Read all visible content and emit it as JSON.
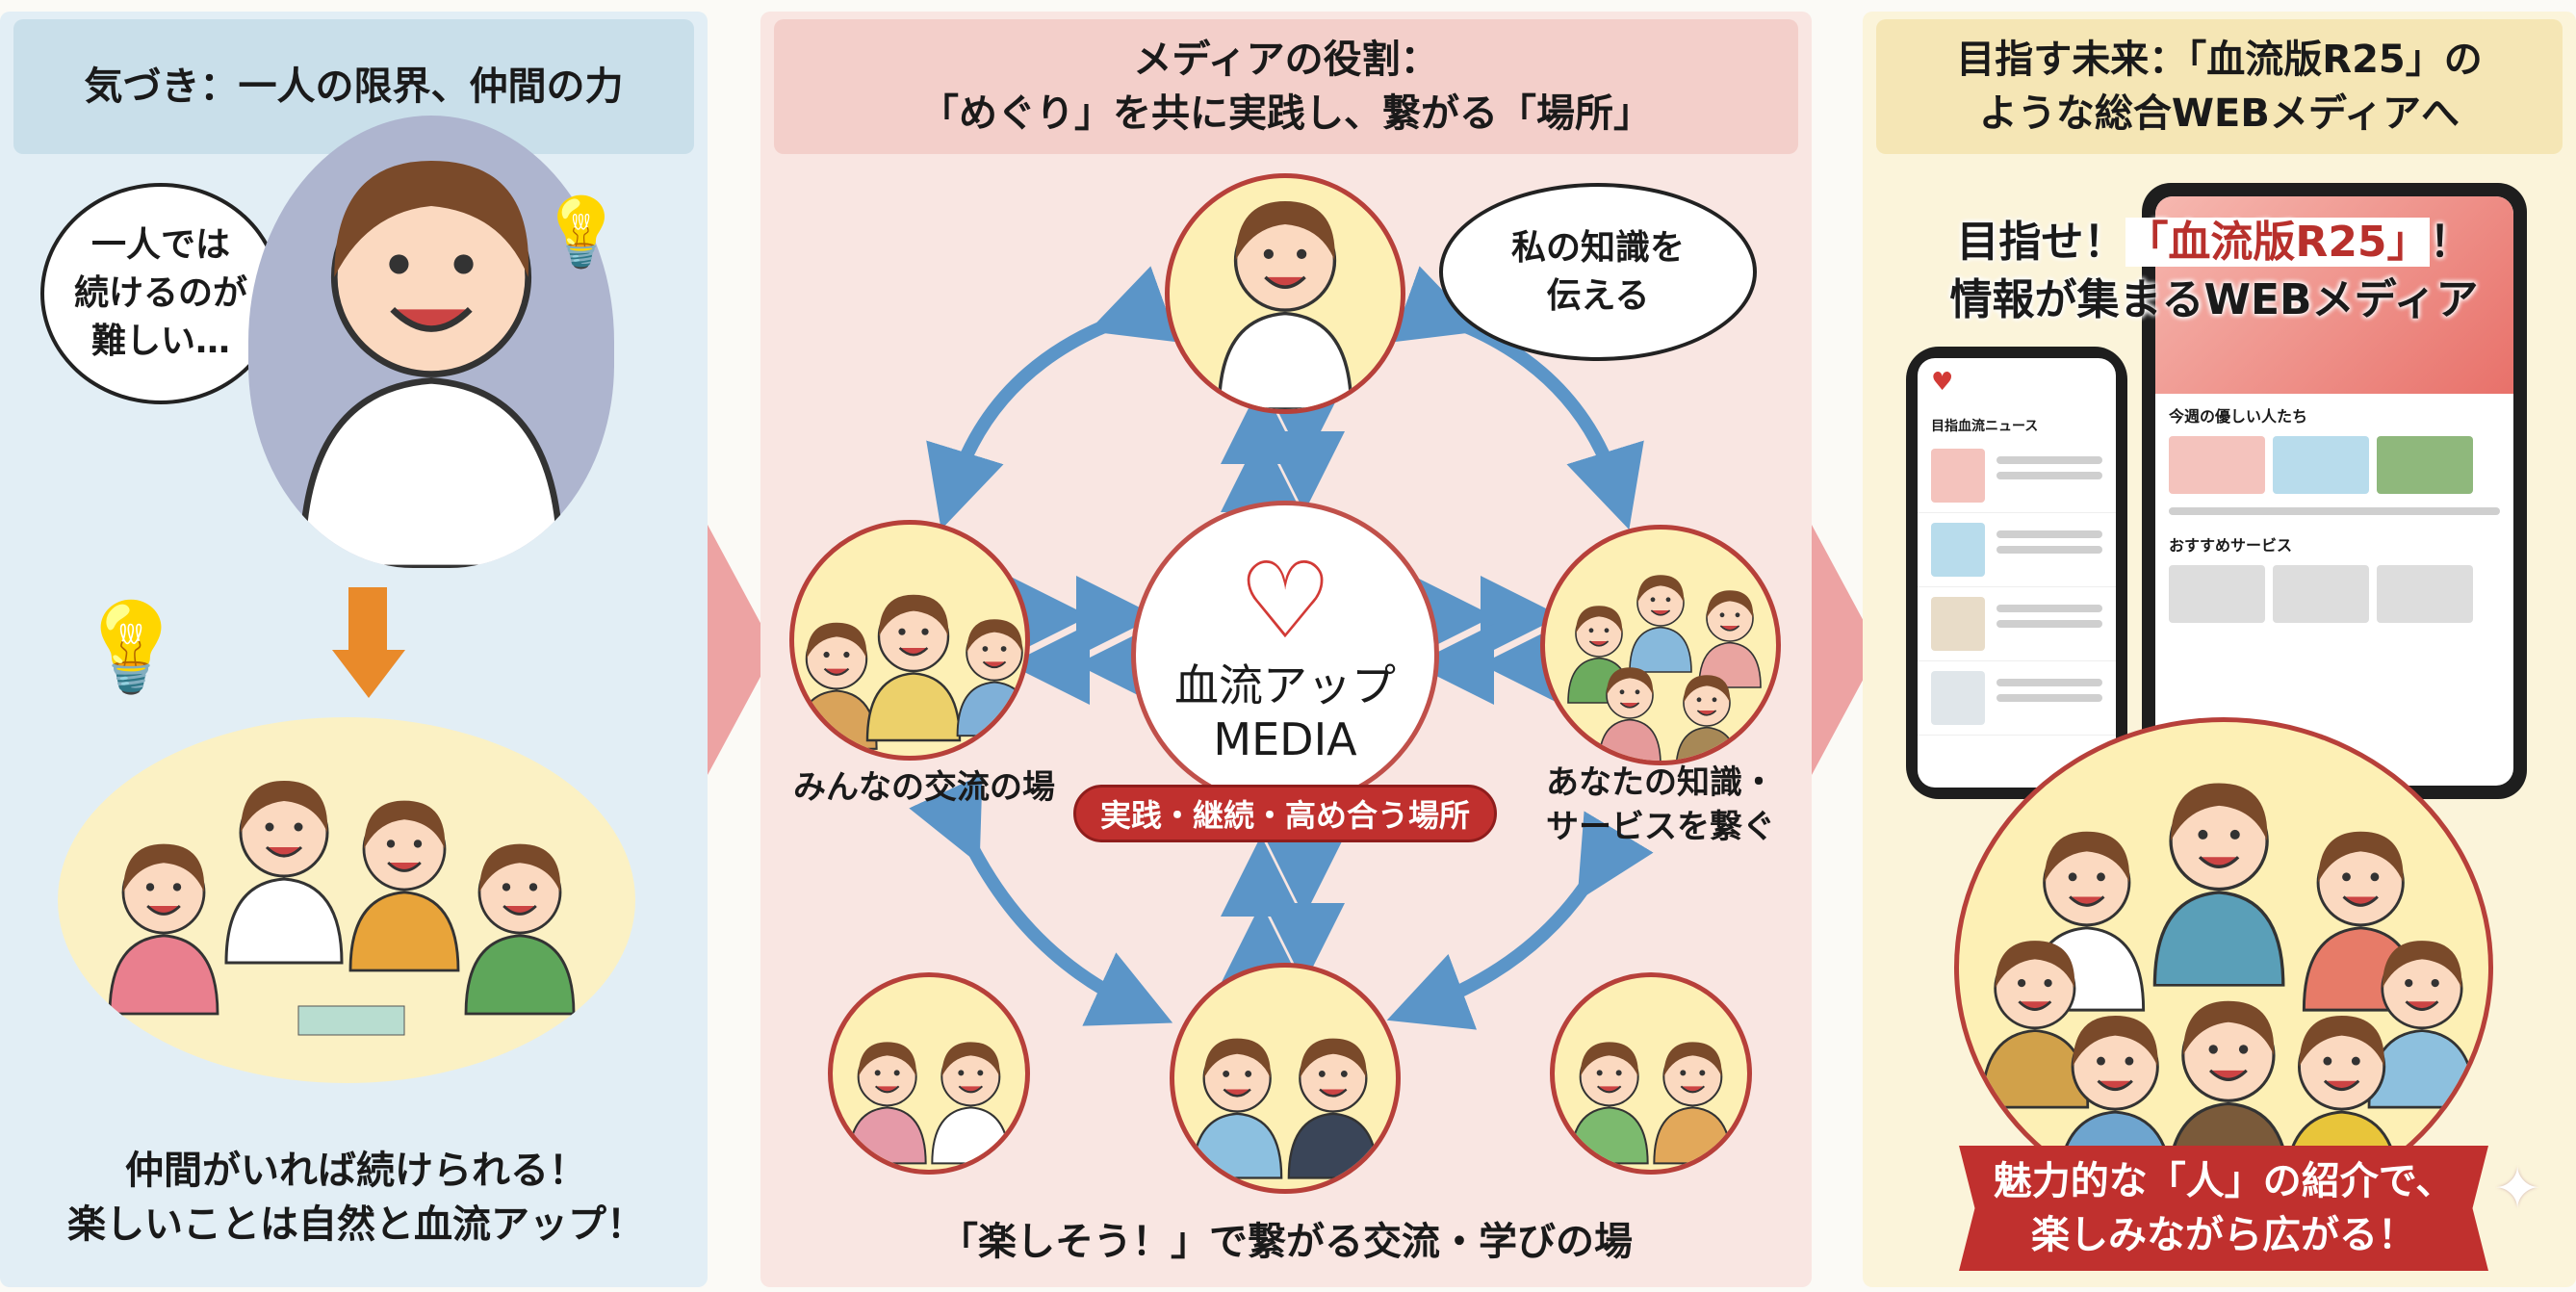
{
  "left": {
    "title": "気づき：一人の限界、仲間の力",
    "thought_bubble": [
      "一人では",
      "続けるのが",
      "難しい…"
    ],
    "caption": [
      "仲間がいれば続けられる！",
      "楽しいことは自然と血流アップ！"
    ]
  },
  "middle": {
    "title": [
      "メディアの役割：",
      "「めぐり」を共に実践し、繋がる「場所」"
    ],
    "speech_bubble": [
      "私の知識を",
      "伝える"
    ],
    "center": {
      "name": "血流アップ",
      "sub": "MEDIA",
      "tagline": "実践・継続・高め合う場所"
    },
    "left_label": "みんなの交流の場",
    "right_label": [
      "あなたの知識・",
      "サービスを繋ぐ"
    ],
    "caption": "「楽しそう！」で繋がる交流・学びの場"
  },
  "right": {
    "title": [
      "目指す未来：「血流版R25」の",
      "ような総合WEBメディアへ"
    ],
    "subtitle": {
      "prefix": "目指せ！",
      "highlight": "「血流版R25」",
      "suffix": "！",
      "line2": "情報が集まるWEBメディア"
    },
    "phone": {
      "section_title": "目指血流ニュース"
    },
    "tablet": {
      "section1_title": "今週の優しい人たち",
      "section2_title": "おすすめサービス"
    },
    "banner": [
      "魅力的な「人」の紹介で、",
      "楽しみながら広がる！"
    ]
  },
  "colors": {
    "accent_red": "#c0302e",
    "arrow_blue": "#5b95c8",
    "left_bg": "#e2eef5",
    "mid_bg": "#f9e6e2",
    "right_bg": "#fbf4da"
  }
}
